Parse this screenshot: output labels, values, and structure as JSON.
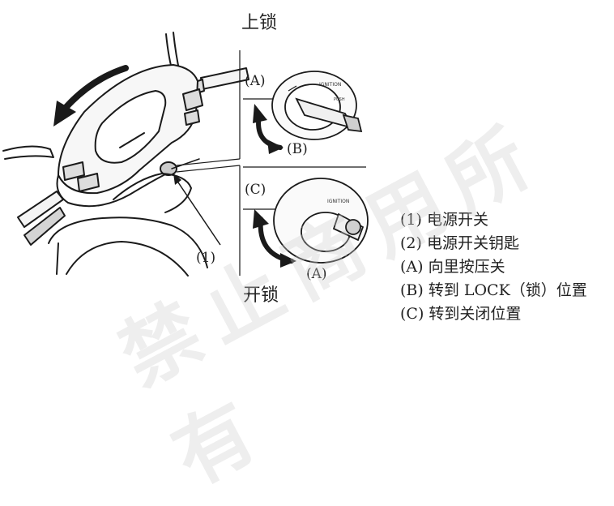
{
  "headings": {
    "lock": "上锁",
    "unlock": "开锁"
  },
  "callouts": {
    "A_top": "(A)",
    "B": "(B)",
    "C": "(C)",
    "A_bottom": "(A)",
    "one": "(1)"
  },
  "legend": [
    "(1) 电源开关",
    "(2) 电源开关钥匙",
    "(A) 向里按压关",
    "(B) 转到 LOCK（锁）位置",
    "(C) 转到关闭位置"
  ],
  "watermark": "禁止商用所有",
  "colors": {
    "line": "#1a1a1a",
    "fill_gray": "#d8d8d8",
    "watermark": "#cfcfcf"
  }
}
